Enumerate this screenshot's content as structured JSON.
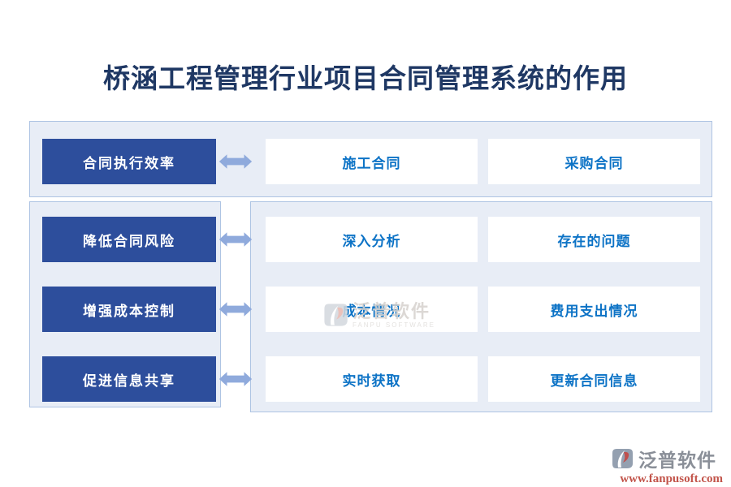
{
  "title": "桥涵工程管理行业项目合同管理系统的作用",
  "rows": [
    {
      "label": "合同执行效率",
      "items": [
        "施工合同",
        "采购合同"
      ]
    },
    {
      "label": "降低合同风险",
      "items": [
        "深入分析",
        "存在的问题"
      ]
    },
    {
      "label": "增强成本控制",
      "items": [
        "成本情况",
        "费用支出情况"
      ]
    },
    {
      "label": "促进信息共享",
      "items": [
        "实时获取",
        "更新合同信息"
      ]
    }
  ],
  "watermark": {
    "brand_cn": "泛普软件",
    "brand_en": "FANPU SOFTWARE"
  },
  "footer": {
    "brand": "泛普软件",
    "url": "www.fanpusoft.com"
  },
  "colors": {
    "title_navy": "#1f3864",
    "category_button_blue": "#2d4e9c",
    "item_text_blue": "#0d73c6",
    "arrow_blue": "#8faadc",
    "panel_background": "#e8edf6",
    "panel_border": "#aec4e3",
    "footer_gray": "#8a8f98",
    "footer_url_red": "#c2544a"
  }
}
